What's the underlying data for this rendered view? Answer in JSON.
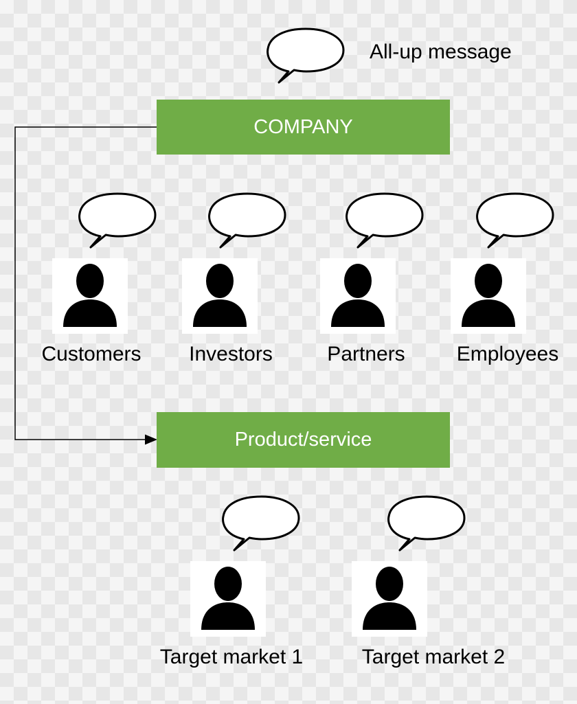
{
  "legend": {
    "label": "All-up message"
  },
  "colors": {
    "box": "#70ad47",
    "line": "#000000",
    "icon": "#000000"
  },
  "company": {
    "label": "COMPANY"
  },
  "product": {
    "label": "Product/service"
  },
  "audiences": [
    {
      "label": "Customers"
    },
    {
      "label": "Investors"
    },
    {
      "label": "Partners"
    },
    {
      "label": "Employees"
    }
  ],
  "markets": [
    {
      "label": "Target market 1"
    },
    {
      "label": "Target market 2"
    }
  ]
}
